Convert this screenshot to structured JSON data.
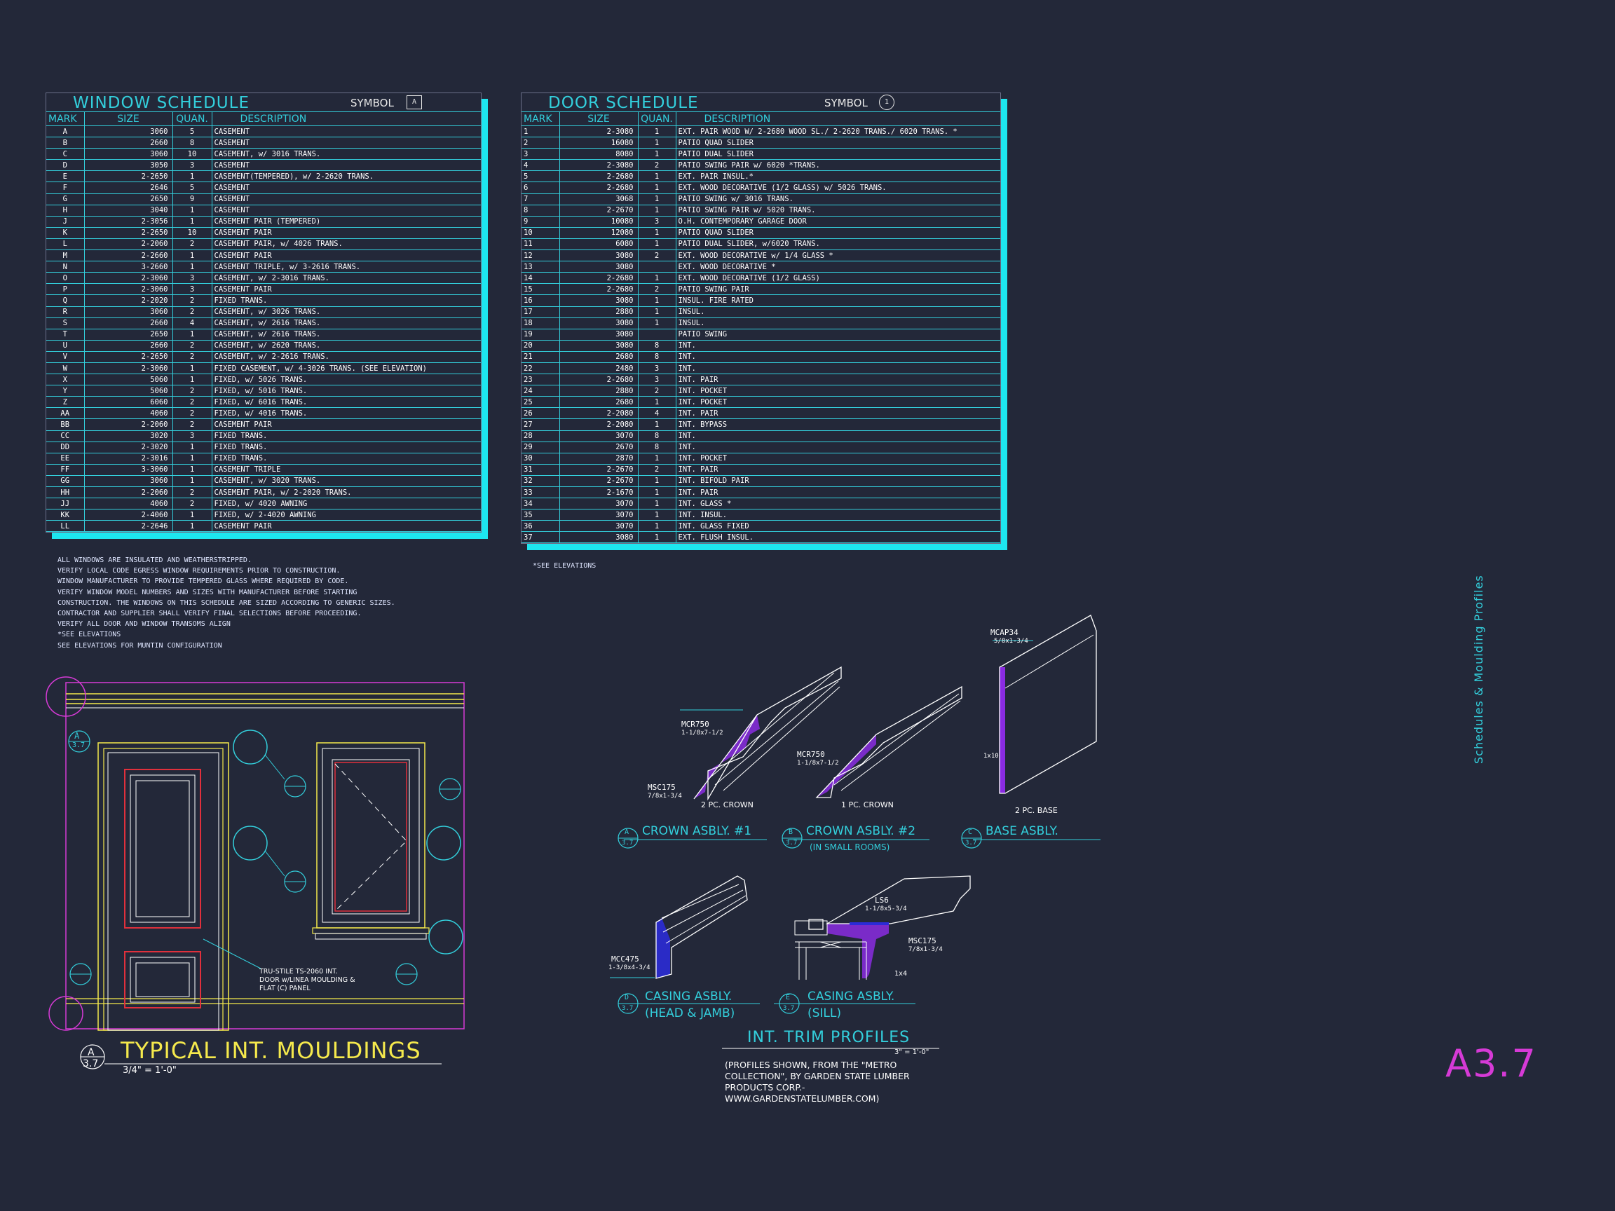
{
  "window_schedule": {
    "title": "WINDOW SCHEDULE",
    "symbol_label": "SYMBOL",
    "symbol_tag": "A",
    "headers": [
      "MARK",
      "SIZE",
      "QUAN.",
      "DESCRIPTION"
    ],
    "rows": [
      [
        "A",
        "3060",
        "5",
        "CASEMENT"
      ],
      [
        "B",
        "2660",
        "8",
        "CASEMENT"
      ],
      [
        "C",
        "3060",
        "10",
        "CASEMENT, w/ 3016 TRANS."
      ],
      [
        "D",
        "3050",
        "3",
        "CASEMENT"
      ],
      [
        "E",
        "2-2650",
        "1",
        "CASEMENT(TEMPERED), w/ 2-2620 TRANS."
      ],
      [
        "F",
        "2646",
        "5",
        "CASEMENT"
      ],
      [
        "G",
        "2650",
        "9",
        "CASEMENT"
      ],
      [
        "H",
        "3040",
        "1",
        "CASEMENT"
      ],
      [
        "J",
        "2-3056",
        "1",
        "CASEMENT PAIR (TEMPERED)"
      ],
      [
        "K",
        "2-2650",
        "10",
        "CASEMENT PAIR"
      ],
      [
        "L",
        "2-2060",
        "2",
        "CASEMENT PAIR, w/ 4026 TRANS."
      ],
      [
        "M",
        "2-2660",
        "1",
        "CASEMENT PAIR"
      ],
      [
        "N",
        "3-2660",
        "1",
        "CASEMENT TRIPLE, w/ 3-2616  TRANS."
      ],
      [
        "O",
        "2-3060",
        "3",
        "CASEMENT, w/ 2-3016 TRANS."
      ],
      [
        "P",
        "2-3060",
        "3",
        "CASEMENT PAIR"
      ],
      [
        "Q",
        "2-2020",
        "2",
        "FIXED TRANS."
      ],
      [
        "R",
        "3060",
        "2",
        "CASEMENT, w/ 3026 TRANS."
      ],
      [
        "S",
        "2660",
        "4",
        "CASEMENT, w/ 2616 TRANS."
      ],
      [
        "T",
        "2650",
        "1",
        "CASEMENT, w/ 2616 TRANS."
      ],
      [
        "U",
        "2660",
        "2",
        "CASEMENT, w/ 2620 TRANS."
      ],
      [
        "V",
        "2-2650",
        "2",
        "CASEMENT, w/ 2-2616 TRANS."
      ],
      [
        "W",
        "2-3060",
        "1",
        "FIXED CASEMENT, w/ 4-3026 TRANS. (SEE ELEVATION)"
      ],
      [
        "X",
        "5060",
        "1",
        "FIXED, w/ 5026 TRANS."
      ],
      [
        "Y",
        "5060",
        "2",
        "FIXED, w/ 5016 TRANS."
      ],
      [
        "Z",
        "6060",
        "2",
        "FIXED, w/ 6016 TRANS."
      ],
      [
        "AA",
        "4060",
        "2",
        "FIXED, w/ 4016 TRANS."
      ],
      [
        "BB",
        "2-2060",
        "2",
        "CASEMENT PAIR"
      ],
      [
        "CC",
        "3020",
        "3",
        "FIXED TRANS."
      ],
      [
        "DD",
        "2-3020",
        "1",
        "FIXED TRANS."
      ],
      [
        "EE",
        "2-3016",
        "1",
        "FIXED TRANS."
      ],
      [
        "FF",
        "3-3060",
        "1",
        "CASEMENT TRIPLE"
      ],
      [
        "GG",
        "3060",
        "1",
        "CASEMENT, w/ 3020 TRANS."
      ],
      [
        "HH",
        "2-2060",
        "2",
        "CASEMENT PAIR, w/ 2-2020 TRANS."
      ],
      [
        "JJ",
        "4060",
        "2",
        "FIXED, w/ 4020 AWNING"
      ],
      [
        "KK",
        "2-4060",
        "1",
        "FIXED, w/ 2-4020 AWNING"
      ],
      [
        "LL",
        "2-2646",
        "1",
        "CASEMENT PAIR"
      ]
    ]
  },
  "door_schedule": {
    "title": "DOOR SCHEDULE",
    "symbol_label": "SYMBOL",
    "symbol_tag": "1",
    "headers": [
      "MARK",
      "SIZE",
      "QUAN.",
      "DESCRIPTION"
    ],
    "rows": [
      [
        "1",
        "2-3080",
        "1",
        "EXT. PAIR WOOD W/ 2-2680 WOOD SL./ 2-2620 TRANS./ 6020 TRANS.  *"
      ],
      [
        "2",
        "16080",
        "1",
        "PATIO QUAD SLIDER"
      ],
      [
        "3",
        "8080",
        "1",
        "PATIO DUAL SLIDER"
      ],
      [
        "4",
        "2-3080",
        "2",
        "PATIO SWING PAIR w/ 6020 *TRANS."
      ],
      [
        "5",
        "2-2680",
        "1",
        "EXT. PAIR INSUL.*"
      ],
      [
        "6",
        "2-2680",
        "1",
        "EXT. WOOD DECORATIVE (1/2 GLASS) w/ 5026 TRANS."
      ],
      [
        "7",
        "3068",
        "1",
        "PATIO SWING w/ 3016 TRANS."
      ],
      [
        "8",
        "2-2670",
        "1",
        "PATIO SWING PAIR w/ 5020 TRANS."
      ],
      [
        "9",
        "10080",
        "3",
        "O.H. CONTEMPORARY GARAGE DOOR"
      ],
      [
        "10",
        "12080",
        "1",
        "PATIO QUAD SLIDER"
      ],
      [
        "11",
        "6080",
        "1",
        "PATIO DUAL SLIDER, w/6020 TRANS."
      ],
      [
        "12",
        "3080",
        "2",
        "EXT. WOOD DECORATIVE w/ 1/4 GLASS  *"
      ],
      [
        "13",
        "3080",
        "",
        "EXT. WOOD DECORATIVE   *"
      ],
      [
        "14",
        "2-2680",
        "1",
        "EXT. WOOD DECORATIVE (1/2 GLASS)"
      ],
      [
        "15",
        "2-2680",
        "2",
        "PATIO SWING PAIR"
      ],
      [
        "16",
        "3080",
        "1",
        "INSUL. FIRE RATED"
      ],
      [
        "17",
        "2880",
        "1",
        "INSUL."
      ],
      [
        "18",
        "3080",
        "1",
        "INSUL."
      ],
      [
        "19",
        "3080",
        "",
        "PATIO SWING"
      ],
      [
        "20",
        "3080",
        "8",
        "INT."
      ],
      [
        "21",
        "2680",
        "8",
        "INT."
      ],
      [
        "22",
        "2480",
        "3",
        "INT."
      ],
      [
        "23",
        "2-2680",
        "3",
        "INT. PAIR"
      ],
      [
        "24",
        "2880",
        "2",
        "INT. POCKET"
      ],
      [
        "25",
        "2680",
        "1",
        "INT. POCKET"
      ],
      [
        "26",
        "2-2080",
        "4",
        "INT. PAIR"
      ],
      [
        "27",
        "2-2080",
        "1",
        "INT. BYPASS"
      ],
      [
        "28",
        "3070",
        "8",
        "INT."
      ],
      [
        "29",
        "2670",
        "8",
        "INT."
      ],
      [
        "30",
        "2870",
        "1",
        "INT. POCKET"
      ],
      [
        "31",
        "2-2670",
        "2",
        "INT. PAIR"
      ],
      [
        "32",
        "2-2670",
        "1",
        "INT. BIFOLD PAIR"
      ],
      [
        "33",
        "2-1670",
        "1",
        "INT. PAIR"
      ],
      [
        "34",
        "3070",
        "1",
        "INT. GLASS *"
      ],
      [
        "35",
        "3070",
        "1",
        "INT. INSUL."
      ],
      [
        "36",
        "3070",
        "1",
        "INT. GLASS FIXED"
      ],
      [
        "37",
        "3080",
        "1",
        "EXT. FLUSH INSUL."
      ]
    ],
    "footnote": "*SEE ELEVATIONS"
  },
  "window_notes": [
    "ALL WINDOWS ARE INSULATED AND WEATHERSTRIPPED.",
    "VERIFY LOCAL CODE EGRESS WINDOW REQUIREMENTS PRIOR TO CONSTRUCTION.",
    "WINDOW MANUFACTURER TO PROVIDE TEMPERED GLASS WHERE REQUIRED BY CODE.",
    "VERIFY WINDOW MODEL NUMBERS AND SIZES WITH MANUFACTURER BEFORE STARTING",
    "CONSTRUCTION. THE WINDOWS ON THIS SCHEDULE ARE SIZED ACCORDING TO GENERIC SIZES.",
    "CONTRACTOR AND SUPPLIER SHALL VERIFY FINAL SELECTIONS BEFORE PROCEEDING.",
    "VERIFY ALL DOOR AND WINDOW TRANSOMS ALIGN",
    "*SEE ELEVATIONS",
    "SEE ELEVATIONS FOR MUNTIN CONFIGURATION"
  ],
  "mouldings": {
    "title": "TYPICAL INT. MOULDINGS",
    "scale": "3/4\" = 1'-0\"",
    "tag_letter": "A",
    "tag_sheet": "3.7",
    "door_note": [
      "TRU-STILE TS-2060 INT.",
      "DOOR w/LINEA MOULDING &",
      "FLAT (C) PANEL"
    ]
  },
  "profiles": {
    "crown1": {
      "part1": "MCR750",
      "part1_size": "1-1/8x7-1/2",
      "part2": "MSC175",
      "part2_size": "7/8x1-3/4",
      "caption": "2 PC. CROWN",
      "title": "CROWN ASBLY. #1",
      "tag": "A"
    },
    "crown2": {
      "part1": "MCR750",
      "part1_size": "1-1/8x7-1/2",
      "caption": "1 PC. CROWN",
      "title": "CROWN ASBLY. #2",
      "subtitle": "(IN SMALL ROOMS)",
      "tag": "B"
    },
    "base": {
      "part1": "MCAP34",
      "part1_size": "5/8x1-3/4",
      "part2": "1x10",
      "caption": "2 PC. BASE",
      "title": "BASE ASBLY.",
      "tag": "C"
    },
    "casing_head": {
      "part1": "MCC475",
      "part1_size": "1-3/8x4-3/4",
      "title": "CASING ASBLY.",
      "subtitle": "(HEAD & JAMB)",
      "tag": "D"
    },
    "casing_sill": {
      "part1": "LS6",
      "part1_size": "1-1/8x5-3/4",
      "part2": "MSC175",
      "part2_size": "7/8x1-3/4",
      "part3": "1x4",
      "title": "CASING ASBLY.",
      "subtitle": "(SILL)",
      "tag": "E"
    },
    "sheet_ref": "3.7",
    "block_title": "INT. TRIM PROFILES",
    "block_scale": "3\" = 1'-0\"",
    "block_note": [
      "(PROFILES SHOWN, FROM THE \"METRO",
      "COLLECTION\", BY GARDEN STATE LUMBER",
      "PRODUCTS CORP.-",
      "WWW.GARDENSTATELUMBER.COM)"
    ]
  },
  "sheet": {
    "number": "A3.7",
    "side_title": "Schedules & Moulding Profiles"
  },
  "colors": {
    "background": "#232839",
    "cyan": "#33cfdc",
    "shadow": "#1de6ef",
    "yellow": "#f5e94c",
    "magenta": "#d63ad6",
    "red": "#e0303c",
    "purple": "#8a2be2"
  }
}
